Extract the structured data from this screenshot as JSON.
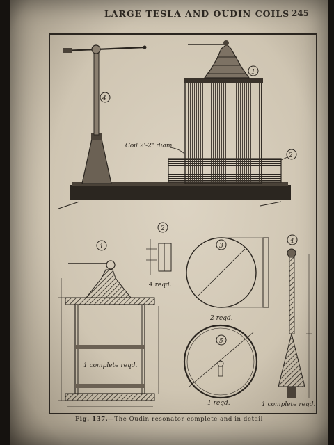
{
  "header": {
    "title": "LARGE TESLA AND OUDIN COILS",
    "page_number": "245"
  },
  "figure": {
    "coil_label": "Coil 2'-2\" diam.",
    "callouts": [
      "1",
      "2",
      "3",
      "4",
      "5"
    ],
    "part_notes": {
      "part1": "1 complete reqd.",
      "part2": "4 reqd.",
      "part3": "2 reqd.",
      "part4": "1 complete reqd.",
      "part5": "1 reqd."
    }
  },
  "caption": {
    "fig_label": "Fig. 137.",
    "text": "—The Oudin resonator complete and in detail"
  }
}
